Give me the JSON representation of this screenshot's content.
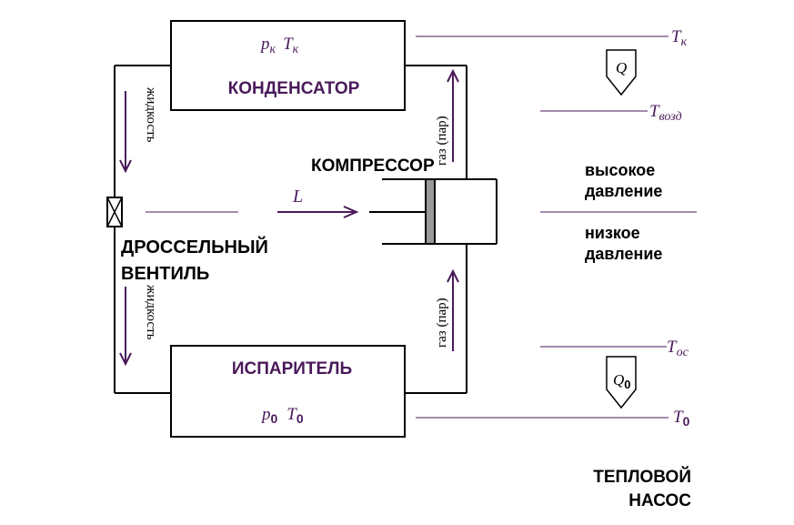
{
  "condenser": {
    "label": "КОНДЕНСАТОР",
    "p": "p",
    "p_sub": "к",
    "t": "T",
    "t_sub": "к"
  },
  "evaporator": {
    "label": "ИСПАРИТЕЛЬ",
    "p": "p",
    "p_sub": "0",
    "t": "T",
    "t_sub": "0"
  },
  "compressor": {
    "label": "КОМПРЕССОР"
  },
  "throttle": {
    "line1": "ДРОССЕЛЬНЫЙ",
    "line2": "ВЕНТИЛЬ"
  },
  "flows": {
    "liquid_top": "жидкость",
    "liquid_bottom": "жидкость",
    "gas_top": "газ (пар)",
    "gas_bottom": "газ (пар)",
    "work": "L"
  },
  "pressure": {
    "high_1": "высокое",
    "high_2": "давление",
    "low_1": "низкое",
    "low_2": "давление"
  },
  "temps": {
    "tk": "T",
    "tk_sub": "к",
    "tvozd": "T",
    "tvozd_sub": "возд",
    "tos": "T",
    "tos_sub": "ос",
    "t0": "T",
    "t0_sub": "0"
  },
  "heat": {
    "q_top": "Q",
    "q_bottom": "Q",
    "q_bottom_sub": "0"
  },
  "caption": {
    "line1": "ТЕПЛОВОЙ",
    "line2": "НАСОС"
  },
  "colors": {
    "accent": "#4a1a5a",
    "line": "#000000",
    "piston": "#999999"
  }
}
